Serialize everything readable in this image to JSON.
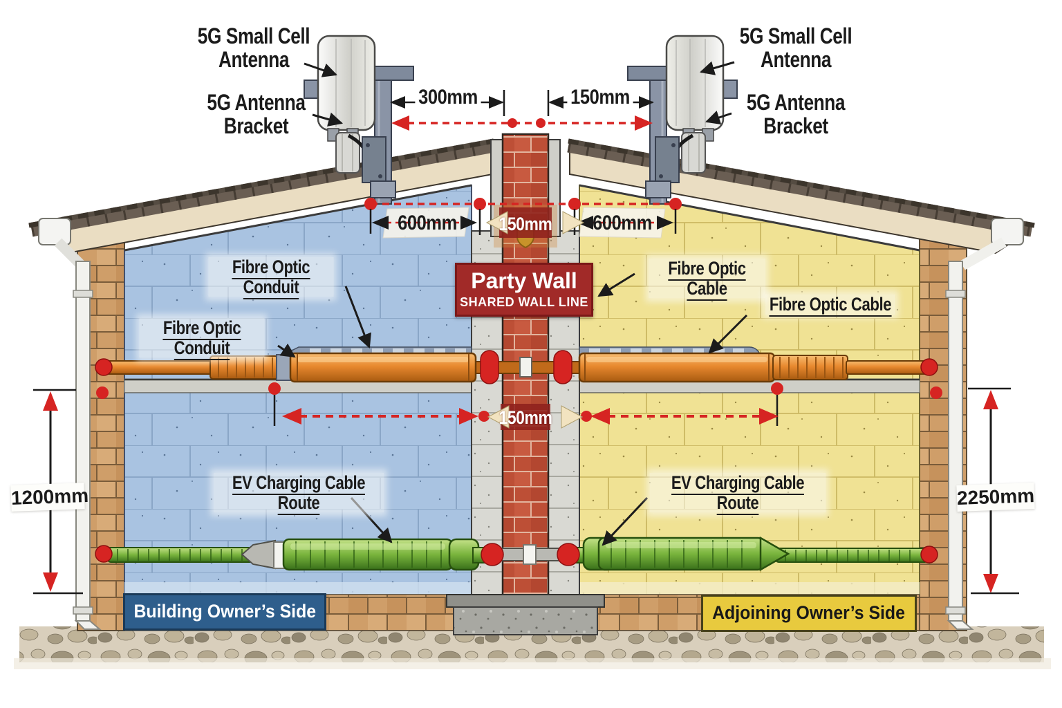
{
  "sign": {
    "title": "Party Wall",
    "subtitle": "SHARED WALL LINE"
  },
  "labels": {
    "antenna_line1": "5G Small Cell",
    "antenna_line2": "Antenna",
    "bracket_line1": "5G Antenna",
    "bracket_line2": "Bracket",
    "fibre_conduit": "Fibre Optic Conduit",
    "fibre_cable": "Fibre Optic Cable",
    "ev_route": "EV Charging Cable Route"
  },
  "sides": {
    "left": "Building Owner’s Side",
    "right": "Adjoining Owner’s Side"
  },
  "dimensions": {
    "antenna_left_to_wall": "300mm",
    "antenna_right_to_wall": "150mm",
    "left_wall_offset": "600mm",
    "wall_thickness_upper": "150mm",
    "right_wall_offset": "600mm",
    "wall_thickness_mid": "150mm",
    "left_height": "1200mm",
    "right_height": "2250mm"
  },
  "colors": {
    "dimension_red": "#d62422",
    "party_wall_brick": "#bd4f36",
    "sign_red": "#a12a28",
    "owner_left_panel": "#2e5e8c",
    "owner_right_panel": "#e8ca3e",
    "left_interior": "#a9c3e1",
    "right_interior": "#f0e294",
    "conduit_orange": "#e8892f",
    "ev_cable_green": "#78b43c"
  }
}
